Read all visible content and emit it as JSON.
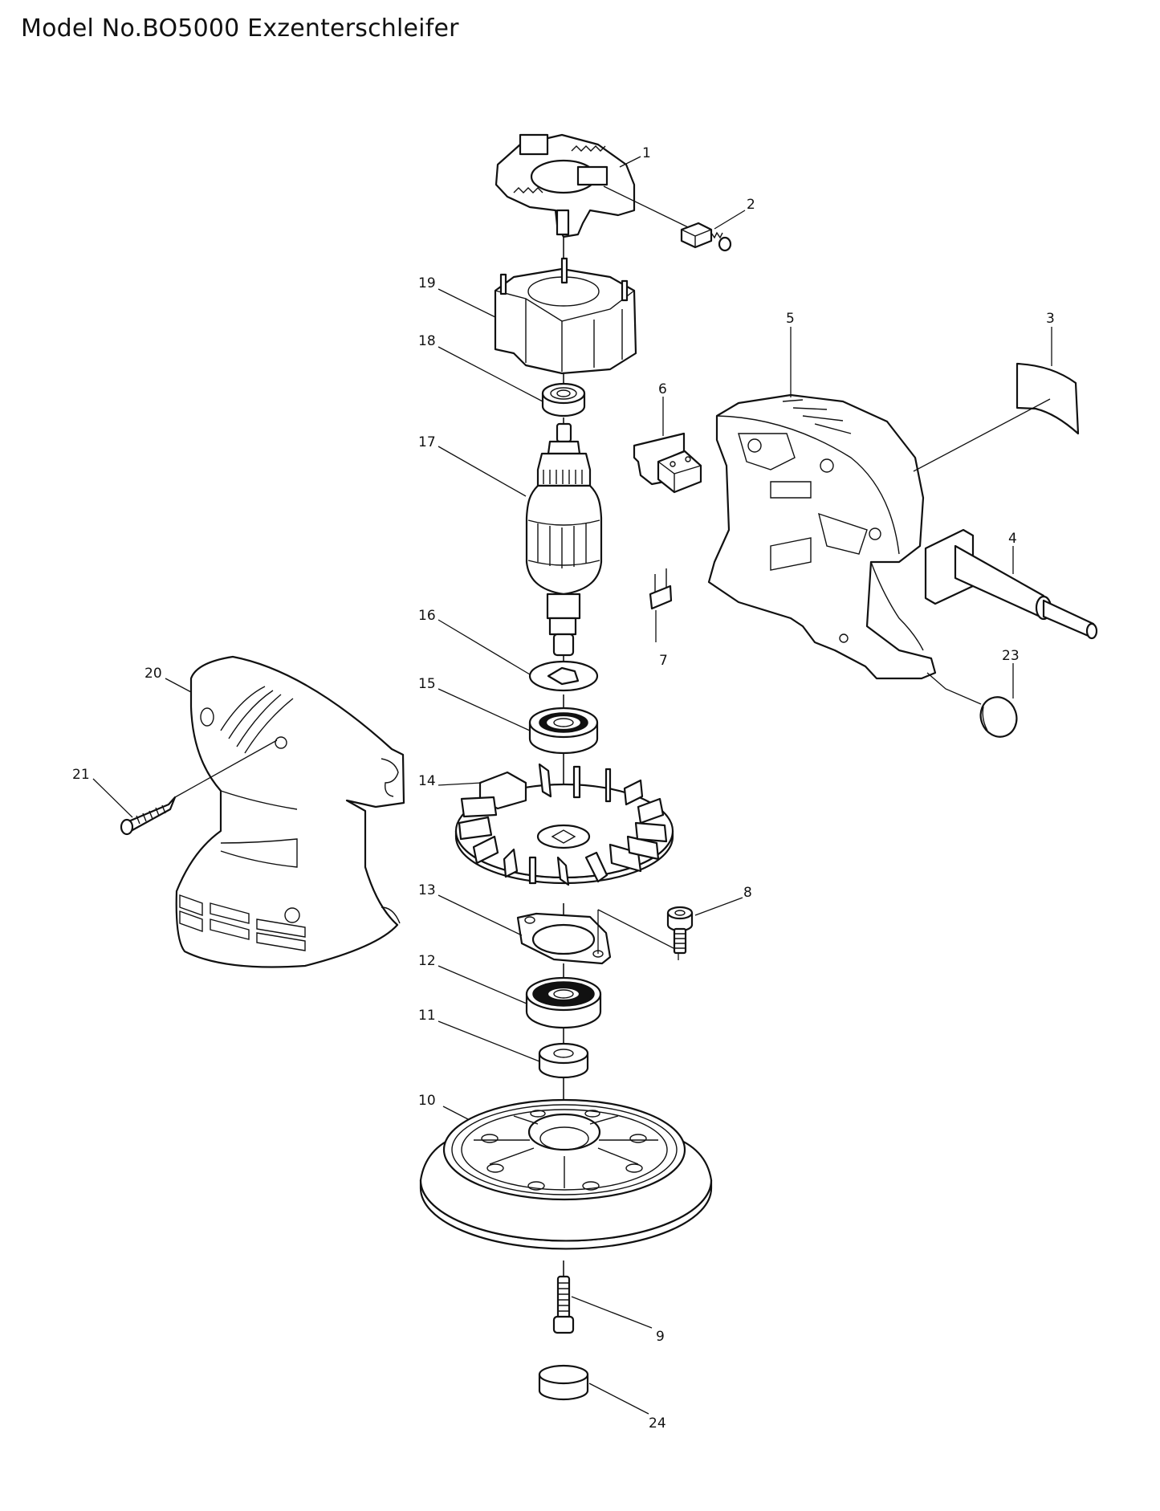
{
  "title": "Model No.BO5000 Exzenterschleifer",
  "parts": [
    {
      "id": "1"
    },
    {
      "id": "2"
    },
    {
      "id": "3"
    },
    {
      "id": "4"
    },
    {
      "id": "5"
    },
    {
      "id": "6"
    },
    {
      "id": "7"
    },
    {
      "id": "8"
    },
    {
      "id": "9"
    },
    {
      "id": "10"
    },
    {
      "id": "11"
    },
    {
      "id": "12"
    },
    {
      "id": "13"
    },
    {
      "id": "14"
    },
    {
      "id": "15"
    },
    {
      "id": "16"
    },
    {
      "id": "17"
    },
    {
      "id": "18"
    },
    {
      "id": "19"
    },
    {
      "id": "20"
    },
    {
      "id": "21"
    },
    {
      "id": "23"
    },
    {
      "id": "24"
    }
  ],
  "labels": {
    "p1": "1",
    "p2": "2",
    "p3": "3",
    "p4": "4",
    "p5": "5",
    "p6": "6",
    "p7": "7",
    "p8": "8",
    "p9": "9",
    "p10": "10",
    "p11": "11",
    "p12": "12",
    "p13": "13",
    "p14": "14",
    "p15": "15",
    "p16": "16",
    "p17": "17",
    "p18": "18",
    "p19": "19",
    "p20": "20",
    "p21": "21",
    "p23": "23",
    "p24": "24"
  }
}
